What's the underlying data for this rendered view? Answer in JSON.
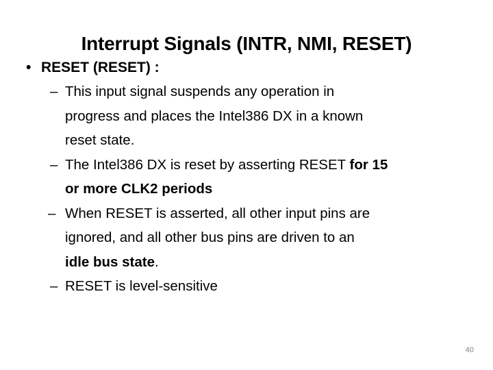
{
  "slide": {
    "title": "Interrupt Signals (INTR, NMI, RESET)",
    "page_number": "40",
    "page_number_color": "#808080",
    "background_color": "#ffffff",
    "text_color": "#000000",
    "bullets": [
      {
        "marker": "•",
        "marker_name": "bullet-dot",
        "text": "RESET (RESET) :",
        "bold": true
      }
    ],
    "sub_bullets": [
      {
        "marker": "–",
        "marker_name": "dash-marker",
        "lines": [
          {
            "text": "This input signal suspends any operation in",
            "bold": false
          },
          {
            "text": "progress and places the Intel386 DX in a known",
            "bold": false
          },
          {
            "text": "reset state.",
            "bold": false
          }
        ]
      },
      {
        "marker": "–",
        "marker_name": "dash-marker",
        "lines": [
          {
            "pre": "The Intel386 DX is reset by asserting RESET ",
            "strong": "for 15",
            "post": ""
          },
          {
            "pre": "",
            "strong": "or more CLK2 periods",
            "post": ""
          }
        ]
      },
      {
        "marker": "–",
        "marker_name": "dash-marker",
        "lines": [
          {
            "pre": " When RESET is asserted, all other input pins are",
            "strong": "",
            "post": ""
          },
          {
            "pre": "ignored, and all other bus pins are driven to an",
            "strong": "",
            "post": ""
          },
          {
            "pre": "",
            "strong": "idle bus state",
            "post": "."
          }
        ]
      },
      {
        "marker": "–",
        "marker_name": "dash-marker",
        "lines": [
          {
            "text": "RESET is level-sensitive",
            "bold": false
          }
        ]
      }
    ]
  }
}
